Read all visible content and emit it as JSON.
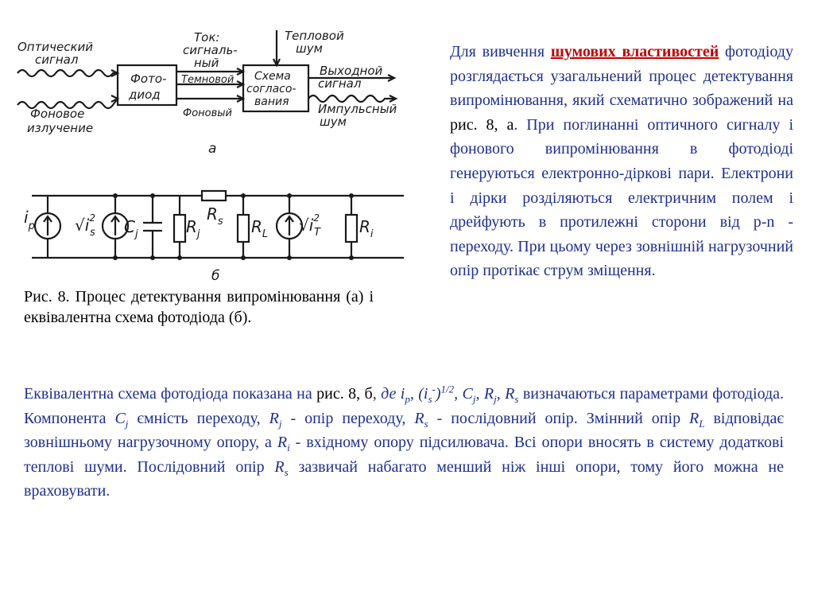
{
  "figure": {
    "top_labels": {
      "optical_signal_1": "Оптический",
      "optical_signal_2": "сигнал",
      "background_1": "Фоновое",
      "background_2": "излучение",
      "current_1": "Ток:",
      "current_2": "сигналь-",
      "current_3": "ный",
      "dark": "Темновой",
      "background_current": "Фоновый",
      "photodiode_1": "Фото-",
      "photodiode_2": "диод",
      "matching_1": "Схема",
      "matching_2": "согласо-",
      "matching_3": "вания",
      "thermal_1": "Тепловой",
      "thermal_2": "шум",
      "output_1": "Выходной",
      "output_2": "сигнал",
      "pulse_1": "Импульсный",
      "pulse_2": "шум",
      "label_a": "а"
    },
    "circuit_labels": {
      "ip": "i",
      "ip_sub": "p",
      "is": "√i",
      "is_sub": "s",
      "is_sup": "2",
      "cj": "C",
      "cj_sub": "j",
      "rj": "R",
      "rj_sub": "j",
      "rs": "R",
      "rs_sub": "s",
      "rl": "R",
      "rl_sub": "L",
      "it": "√i",
      "it_sub": "T",
      "it_sup": "2",
      "ri": "R",
      "ri_sub": "i",
      "label_b": "б"
    }
  },
  "caption": "Рис. 8. Процес детектування випромінювання (а) і еквівалентна схема фотодіода (б).",
  "right_text": {
    "p1": "Для вивчення ",
    "highlight": "шумових властивостей",
    "p2": " фотодіоду розглядається узагальнений процес детектування випромінювання, який схематично зображений на ",
    "ref": "рис. 8, а",
    "p3": ". При поглинанні оптичного сигналу і фонового випромінювання в фотодіоді генеруються електронно-діркові пари. Електрони і дірки розділяються електричним полем і дрейфують в протилежні сторони від p-n - переходу. При цьому через зовнішній нагрузочний опір протікає струм зміщення."
  },
  "bottom_text": {
    "a": "Еквівалентна схема фотодіода показана на ",
    "ref": "рис. 8, б",
    "b": ", ",
    "de": "де i",
    "de_sub": "p",
    "c": ", (i",
    "is_sub": "s",
    "is_sup": "-",
    "d": ")",
    "half": "1/2",
    "e": ", C",
    "cj_sub": "j",
    "f": ", R",
    "rj_sub": "j",
    "g": ", R",
    "rs_sub": "s",
    "h": " визначаються параметрами фотодіода. Компонента ",
    "cj2": "C",
    "cj2_sub": "j",
    "i": " ємність переходу, ",
    "rj2": "R",
    "rj2_sub": "j",
    "j": " - опір переходу, ",
    "rs2": "R",
    "rs2_sub": "s",
    "k": " - послідовний опір. Змінний опір ",
    "rl": "R",
    "rl_sub": "L",
    "l": " відповідає зовнішньому нагрузочному опору, а ",
    "ri": "R",
    "ri_sub": "i",
    "m": " - вхідному опору підсилювача. Всі опори вносять в систему додаткові теплові шуми. Послідовний опір ",
    "rs3": "R",
    "rs3_sub": "s",
    "n": " зазвичай набагато менший ніж інші опори, тому його можна не враховувати."
  },
  "colors": {
    "text": "#1f2f8f",
    "highlight": "#c00000",
    "figure_ink": "#1a1a1a"
  }
}
